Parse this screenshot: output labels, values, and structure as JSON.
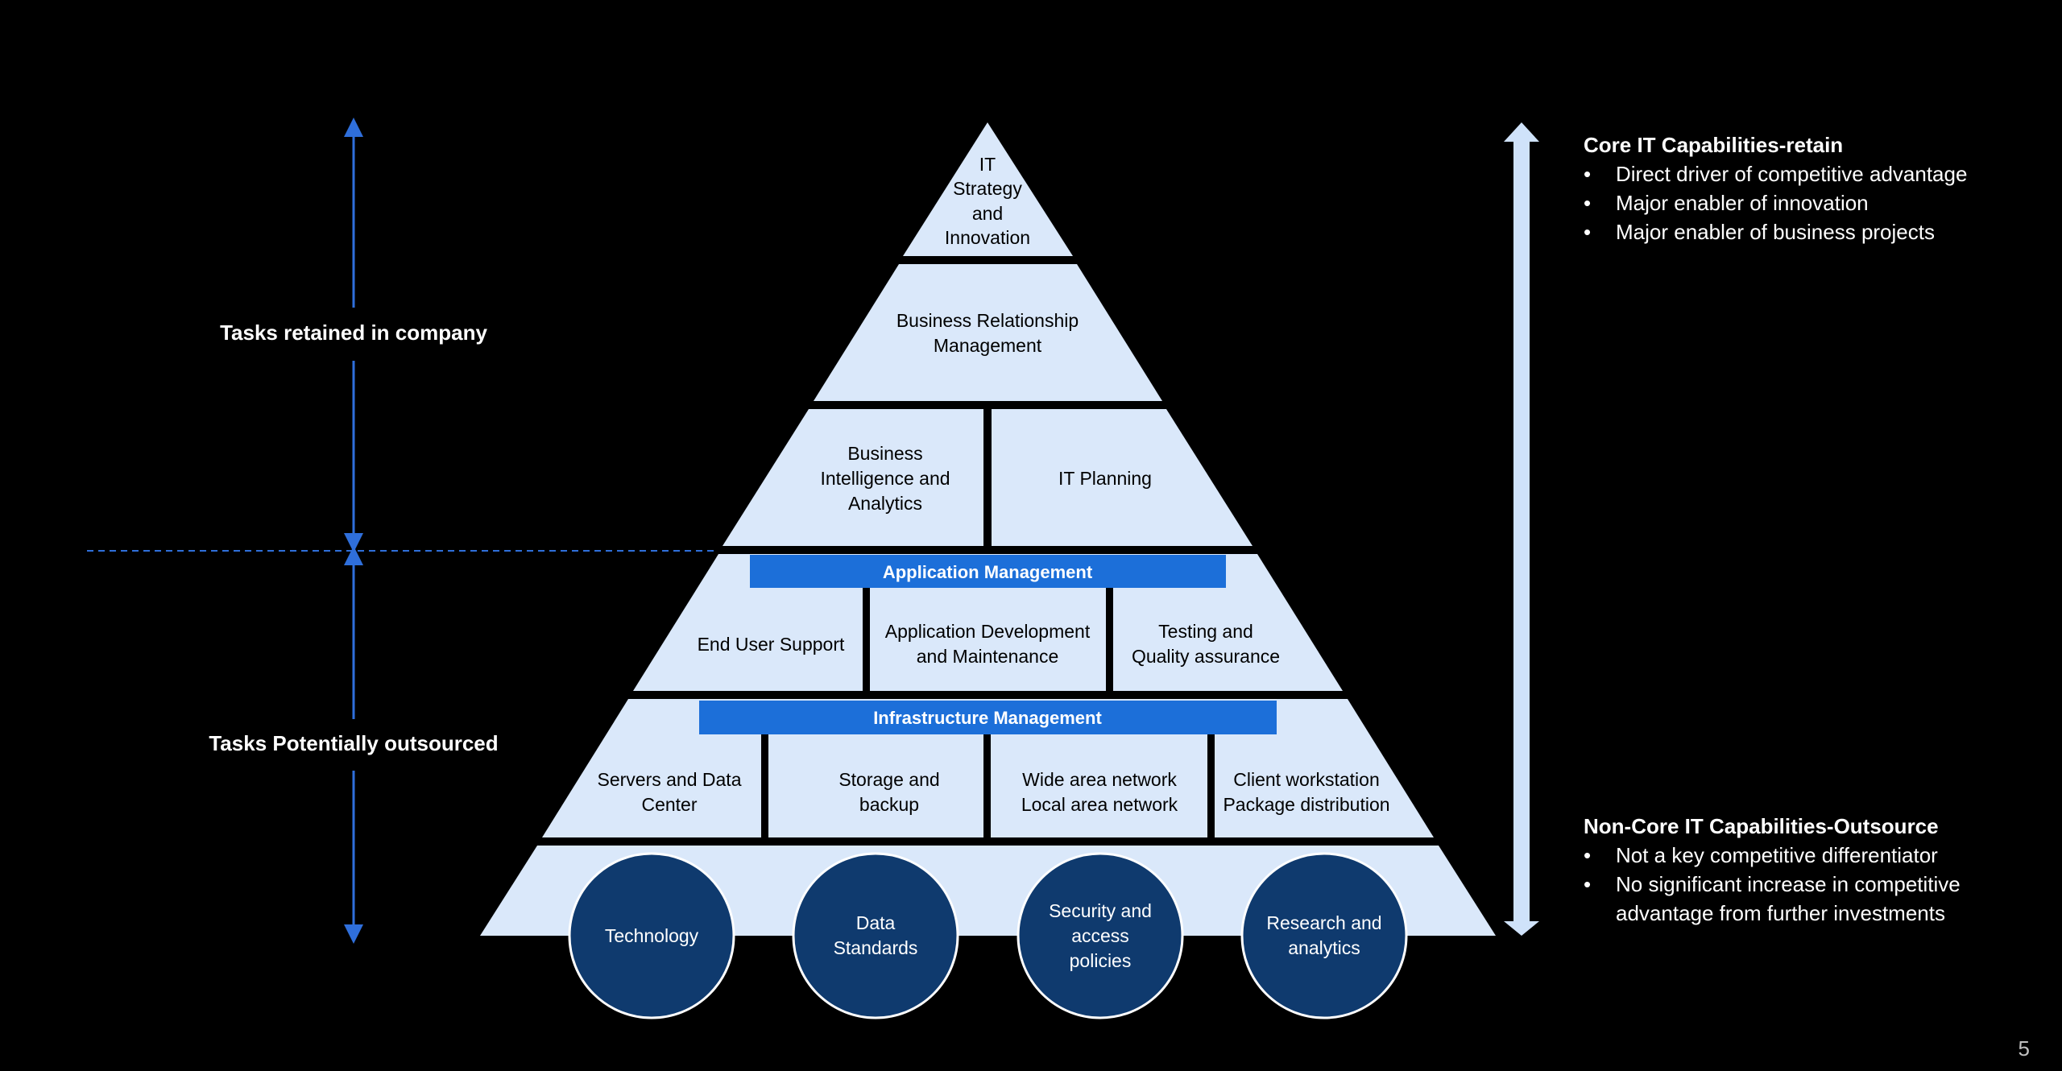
{
  "colors": {
    "background": "#000000",
    "block_fill": "#dae8fa",
    "block_text": "#000000",
    "band_fill": "#1c6fd9",
    "band_text": "#ffffff",
    "circle_fill": "#0f3a6e",
    "circle_stroke": "#ffffff",
    "arrow_blue": "#2f6fdb",
    "right_arrow": "#cfe2fa"
  },
  "left_labels": {
    "retained": "Tasks retained in company",
    "outsourced": "Tasks Potentially outsourced"
  },
  "pyramid": {
    "apex": [
      "IT",
      "Strategy",
      "and",
      "Innovation"
    ],
    "tier2": [
      "Business Relationship",
      "Management"
    ],
    "tier3": [
      [
        "Business",
        "Intelligence and",
        "Analytics"
      ],
      [
        "IT Planning"
      ]
    ],
    "app_band": "Application Management",
    "tier4": [
      [
        "End User Support"
      ],
      [
        "Application Development",
        "and Maintenance"
      ],
      [
        "Testing and",
        "Quality assurance"
      ]
    ],
    "infra_band": "Infrastructure Management",
    "tier5": [
      [
        "Servers and Data",
        "Center"
      ],
      [
        "Storage and",
        "backup"
      ],
      [
        "Wide area network",
        "Local area network"
      ],
      [
        "Client workstation",
        "Package  distribution"
      ]
    ],
    "foundations": [
      [
        "Technology"
      ],
      [
        "Data",
        "Standards"
      ],
      [
        "Security and",
        "access",
        "policies"
      ],
      [
        "Research and",
        "analytics"
      ]
    ]
  },
  "core": {
    "title": "Core IT Capabilities-retain",
    "bullets": [
      "Direct driver of competitive advantage",
      "Major enabler of innovation",
      "Major enabler of business projects"
    ]
  },
  "noncore": {
    "title": "Non-Core IT Capabilities-Outsource",
    "bullets": [
      "Not a key competitive differentiator",
      "No significant increase in competitive advantage from further investments"
    ]
  },
  "bullet_char": "•",
  "page_number": "5"
}
